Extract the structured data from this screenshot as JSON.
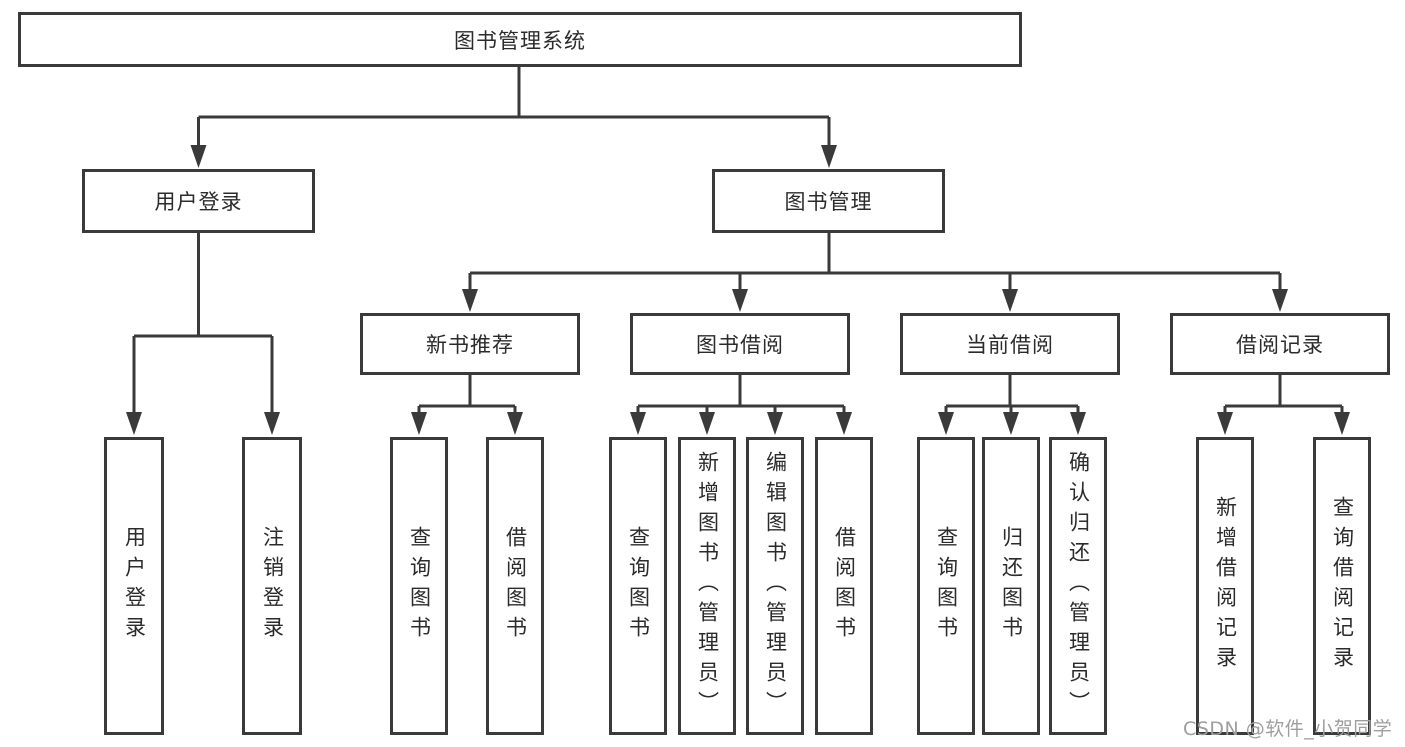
{
  "tree": {
    "root": {
      "label": "图书管理系统"
    },
    "branches": [
      {
        "label": "用户登录",
        "leaves": [
          {
            "label": "用户登录"
          },
          {
            "label": "注销登录"
          }
        ]
      },
      {
        "label": "图书管理",
        "sections": [
          {
            "label": "新书推荐",
            "leaves": [
              {
                "label": "查询图书"
              },
              {
                "label": "借阅图书"
              }
            ]
          },
          {
            "label": "图书借阅",
            "leaves": [
              {
                "label": "查询图书"
              },
              {
                "label": "新增图书（管理员）"
              },
              {
                "label": "编辑图书（管理员）"
              },
              {
                "label": "借阅图书"
              }
            ]
          },
          {
            "label": "当前借阅",
            "leaves": [
              {
                "label": "查询图书"
              },
              {
                "label": "归还图书"
              },
              {
                "label": "确认归还（管理员）"
              }
            ]
          },
          {
            "label": "借阅记录",
            "leaves": [
              {
                "label": "新增借阅记录"
              },
              {
                "label": "查询借阅记录"
              }
            ]
          }
        ]
      }
    ]
  },
  "watermark": "CSDN @软件_小贺同学",
  "colors": {
    "line": "#3a3a3a",
    "text": "#2b2b2b",
    "watermark": "#9e9e9e",
    "background": "#ffffff"
  }
}
